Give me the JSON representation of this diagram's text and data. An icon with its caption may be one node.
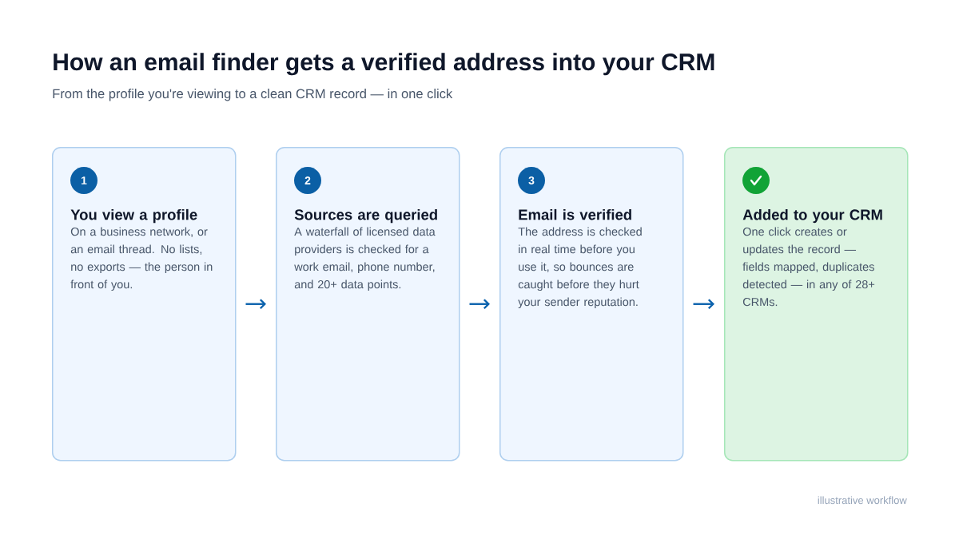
{
  "diagram": {
    "title": "How an email finder gets a verified address into your CRM",
    "nodes": [
      {
        "text": [
          "1",
          "You view a profile",
          "On a business network, or an email thread. No lists, no exports — the person in front of you."
        ]
      },
      {
        "text": [
          "2",
          "Sources are queried",
          "A waterfall of licensed data providers is checked for a work email, phone number, and 20+ data points."
        ]
      },
      {
        "text": [
          "3",
          "Email is verified",
          "The address is checked in real time before you use it, so bounces are caught before they hurt your sender reputation."
        ]
      },
      {
        "text": [
          "Added to your CRM",
          "One click creates or updates the record — fields mapped, duplicates detected — in any of 28+ CRMs."
        ]
      }
    ],
    "edges": [
      {
        "from": 0,
        "to": 1,
        "arrow": "to"
      },
      {
        "from": 1,
        "to": 2,
        "arrow": "to"
      },
      {
        "from": 2,
        "to": 3,
        "arrow": "to"
      }
    ],
    "labels": [
      "From the profile you're viewing to a clean CRM record — in one click",
      "illustrative workflow"
    ]
  }
}
